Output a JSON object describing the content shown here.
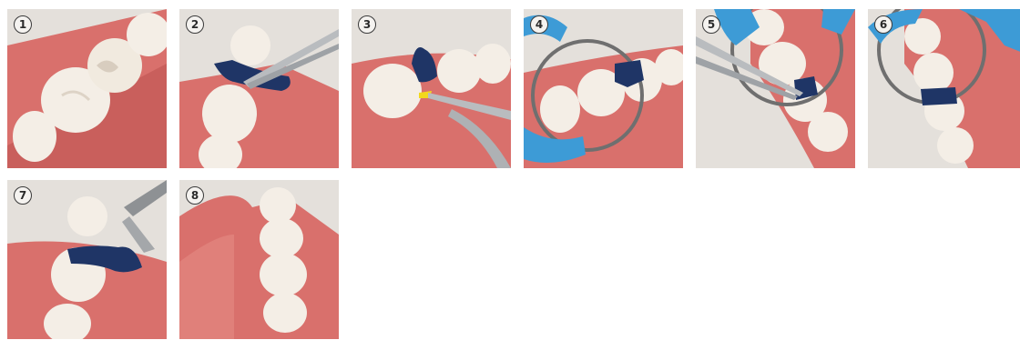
{
  "steps": [
    {
      "number": "1"
    },
    {
      "number": "2"
    },
    {
      "number": "3"
    },
    {
      "number": "4"
    },
    {
      "number": "5"
    },
    {
      "number": "6"
    },
    {
      "number": "7"
    },
    {
      "number": "8"
    }
  ],
  "colors": {
    "gum": "#d9706c",
    "gum_light": "#e99a93",
    "tooth": "#f4eee6",
    "matrix_band": "#1f3566",
    "ring": "#3d9bd6",
    "wedge": "#f2d81c",
    "instrument": "#b9bcbf",
    "background": "#e9e6e2"
  }
}
